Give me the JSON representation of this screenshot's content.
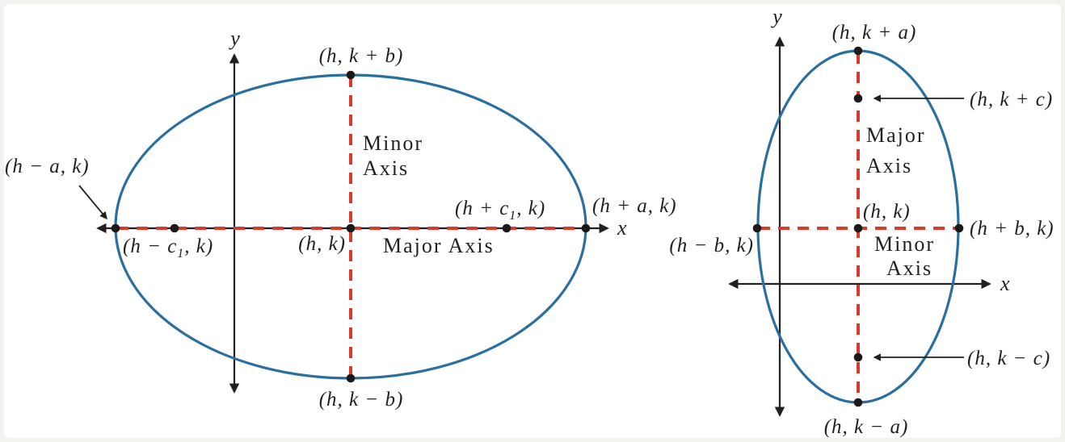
{
  "figure": {
    "description_left": "ellipse with horizontal major axis centered at (h, k)",
    "description_right": "ellipse with vertical major axis centered at (h, k)"
  },
  "colors": {
    "curve": "#2a6f9f",
    "dashed_axis": "#d93a2b",
    "axis_line": "#231f20",
    "frame": "#f2f3ef",
    "canvas": "#ffffff",
    "point": "#1a1a1a"
  },
  "left": {
    "labels": {
      "y_axis": "y",
      "x_axis": "x",
      "top_vertex": "(h, k + b)",
      "bottom_vertex": "(h, k − b)",
      "left_vertex": "(h − a, k)",
      "right_vertex": "(h + a, k)",
      "left_focus": {
        "pre": "(h − c",
        "sub": "1",
        "post": ", k)"
      },
      "right_focus": {
        "pre": "(h + c",
        "sub": "1",
        "post": ", k)"
      },
      "center": "(h, k)",
      "major_axis": "Major Axis",
      "minor_axis_line1": "Minor",
      "minor_axis_line2": "Axis"
    }
  },
  "right": {
    "labels": {
      "y_axis": "y",
      "x_axis": "x",
      "top_vertex": "(h, k + a)",
      "bottom_vertex": "(h, k − a)",
      "left_vertex": "(h − b, k)",
      "right_vertex": "(h + b, k)",
      "top_focus": "(h, k + c)",
      "bottom_focus": "(h, k − c)",
      "center": "(h, k)",
      "major_axis_line1": "Major",
      "major_axis_line2": "Axis",
      "minor_axis_line1": "Minor",
      "minor_axis_line2": "Axis"
    }
  }
}
